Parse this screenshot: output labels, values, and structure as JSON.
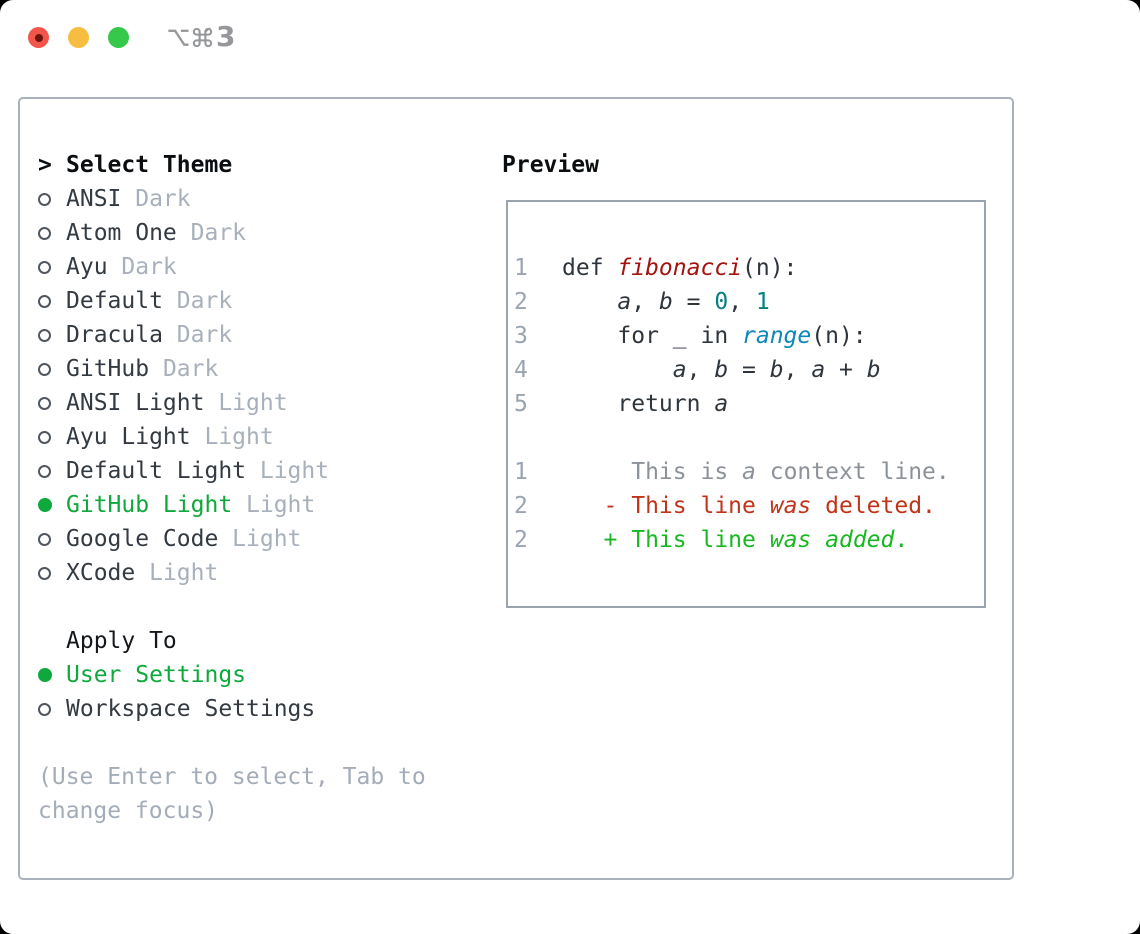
{
  "window": {
    "traffic_lights": {
      "close_color": "#f2564a",
      "close_dot_color": "#6f140c",
      "minimize_color": "#f7bd40",
      "zoom_color": "#36c84b"
    },
    "shortcut": {
      "modifier_icons": [
        "option-key-icon",
        "command-key-icon"
      ],
      "text": "3"
    }
  },
  "panel": {
    "theme_section": {
      "prompt": ">",
      "header": "Select Theme",
      "items": [
        {
          "name": "ANSI",
          "tag": "Dark",
          "selected": false
        },
        {
          "name": "Atom One",
          "tag": "Dark",
          "selected": false
        },
        {
          "name": "Ayu",
          "tag": "Dark",
          "selected": false
        },
        {
          "name": "Default",
          "tag": "Dark",
          "selected": false
        },
        {
          "name": "Dracula",
          "tag": "Dark",
          "selected": false
        },
        {
          "name": "GitHub",
          "tag": "Dark",
          "selected": false
        },
        {
          "name": "ANSI Light",
          "tag": "Light",
          "selected": false
        },
        {
          "name": "Ayu Light",
          "tag": "Light",
          "selected": false
        },
        {
          "name": "Default Light",
          "tag": "Light",
          "selected": false
        },
        {
          "name": "GitHub Light",
          "tag": "Light",
          "selected": true
        },
        {
          "name": "Google Code",
          "tag": "Light",
          "selected": false
        },
        {
          "name": "XCode",
          "tag": "Light",
          "selected": false
        }
      ]
    },
    "apply_section": {
      "header": "Apply To",
      "options": [
        {
          "name": "User Settings",
          "selected": true
        },
        {
          "name": "Workspace Settings",
          "selected": false
        }
      ]
    },
    "help_lines": [
      "(Use Enter to select, Tab to",
      "change focus)"
    ],
    "preview": {
      "header": "Preview",
      "lines": [
        {
          "ln": "1",
          "tokens": [
            {
              "t": "def ",
              "s": "plain"
            },
            {
              "t": "fibonacci",
              "s": "fn"
            },
            {
              "t": "(n):",
              "s": "plain"
            }
          ]
        },
        {
          "ln": "2",
          "tokens": [
            {
              "t": "    ",
              "s": "plain"
            },
            {
              "t": "a",
              "s": "var"
            },
            {
              "t": ", ",
              "s": "plain"
            },
            {
              "t": "b",
              "s": "var"
            },
            {
              "t": " = ",
              "s": "plain"
            },
            {
              "t": "0",
              "s": "num"
            },
            {
              "t": ", ",
              "s": "plain"
            },
            {
              "t": "1",
              "s": "num"
            }
          ]
        },
        {
          "ln": "3",
          "tokens": [
            {
              "t": "    for _ in ",
              "s": "plain"
            },
            {
              "t": "range",
              "s": "builtin"
            },
            {
              "t": "(n):",
              "s": "plain"
            }
          ]
        },
        {
          "ln": "4",
          "tokens": [
            {
              "t": "        ",
              "s": "plain"
            },
            {
              "t": "a",
              "s": "var"
            },
            {
              "t": ", ",
              "s": "plain"
            },
            {
              "t": "b",
              "s": "var"
            },
            {
              "t": " = ",
              "s": "plain"
            },
            {
              "t": "b",
              "s": "var"
            },
            {
              "t": ", ",
              "s": "plain"
            },
            {
              "t": "a",
              "s": "var"
            },
            {
              "t": " + ",
              "s": "plain"
            },
            {
              "t": "b",
              "s": "var"
            }
          ]
        },
        {
          "ln": "5",
          "tokens": [
            {
              "t": "    return ",
              "s": "plain"
            },
            {
              "t": "a",
              "s": "var"
            }
          ]
        },
        {
          "ln": "",
          "tokens": []
        },
        {
          "ln": "1",
          "tokens": [
            {
              "t": "     This is ",
              "s": "ctx"
            },
            {
              "t": "a",
              "s": "ctxv"
            },
            {
              "t": " context line.",
              "s": "ctx"
            }
          ]
        },
        {
          "ln": "2",
          "tokens": [
            {
              "t": "   - This line ",
              "s": "del"
            },
            {
              "t": "was",
              "s": "deli"
            },
            {
              "t": " deleted.",
              "s": "del"
            }
          ]
        },
        {
          "ln": "2",
          "tokens": [
            {
              "t": "   + This line ",
              "s": "add"
            },
            {
              "t": "was",
              "s": "addi"
            },
            {
              "t": " ",
              "s": "add"
            },
            {
              "t": "added",
              "s": "addi"
            },
            {
              "t": ".",
              "s": "add"
            }
          ]
        }
      ]
    }
  }
}
